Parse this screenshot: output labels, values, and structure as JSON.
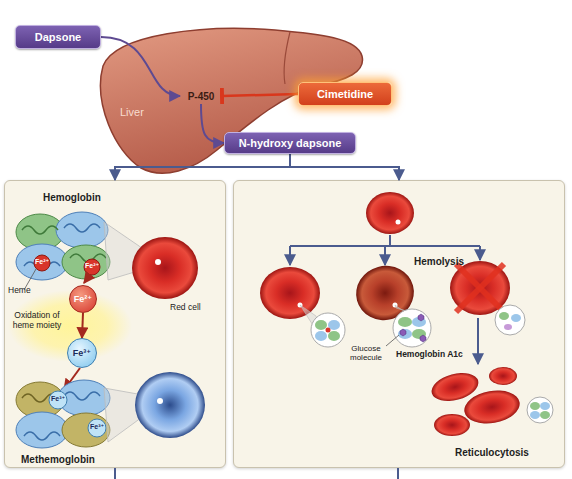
{
  "diagram": {
    "nodes": [
      {
        "text": [
          "Dapsone"
        ]
      },
      {
        "text": [
          "Liver"
        ]
      },
      {
        "text": [
          "P-450"
        ],
        "in": 1
      },
      {
        "text": [
          "Cimetidine"
        ]
      },
      {
        "text": [
          "N-hydroxy dapsone"
        ]
      },
      {
        "text": [
          "Hemoglobin",
          "Methemoglobin"
        ]
      },
      {
        "text": [
          "Fe²⁺"
        ],
        "in": 5
      },
      {
        "text": [
          "Fe³⁺"
        ],
        "in": 5
      },
      {
        "text": [
          "Hemolysis",
          "Reticulocytosis"
        ]
      }
    ],
    "edges": [
      {
        "from": 0,
        "to": 2,
        "arrow": "to"
      },
      {
        "from": 3,
        "to": 2,
        "arrow": "to"
      },
      {
        "from": 2,
        "to": 4,
        "arrow": "to"
      },
      {
        "from": 4,
        "to": 5,
        "arrow": "to"
      },
      {
        "from": 4,
        "to": 8,
        "arrow": "to"
      },
      {
        "from": 6,
        "to": 7,
        "arrow": "to"
      }
    ],
    "labels": [
      "Heme",
      "Fe²⁺",
      "Fe²⁺",
      "Red cell",
      "Oxidation of heme moiety",
      "Fe³⁺",
      "Fe³⁺",
      "Glucose molecule",
      "Hemoglobin A1c"
    ]
  }
}
